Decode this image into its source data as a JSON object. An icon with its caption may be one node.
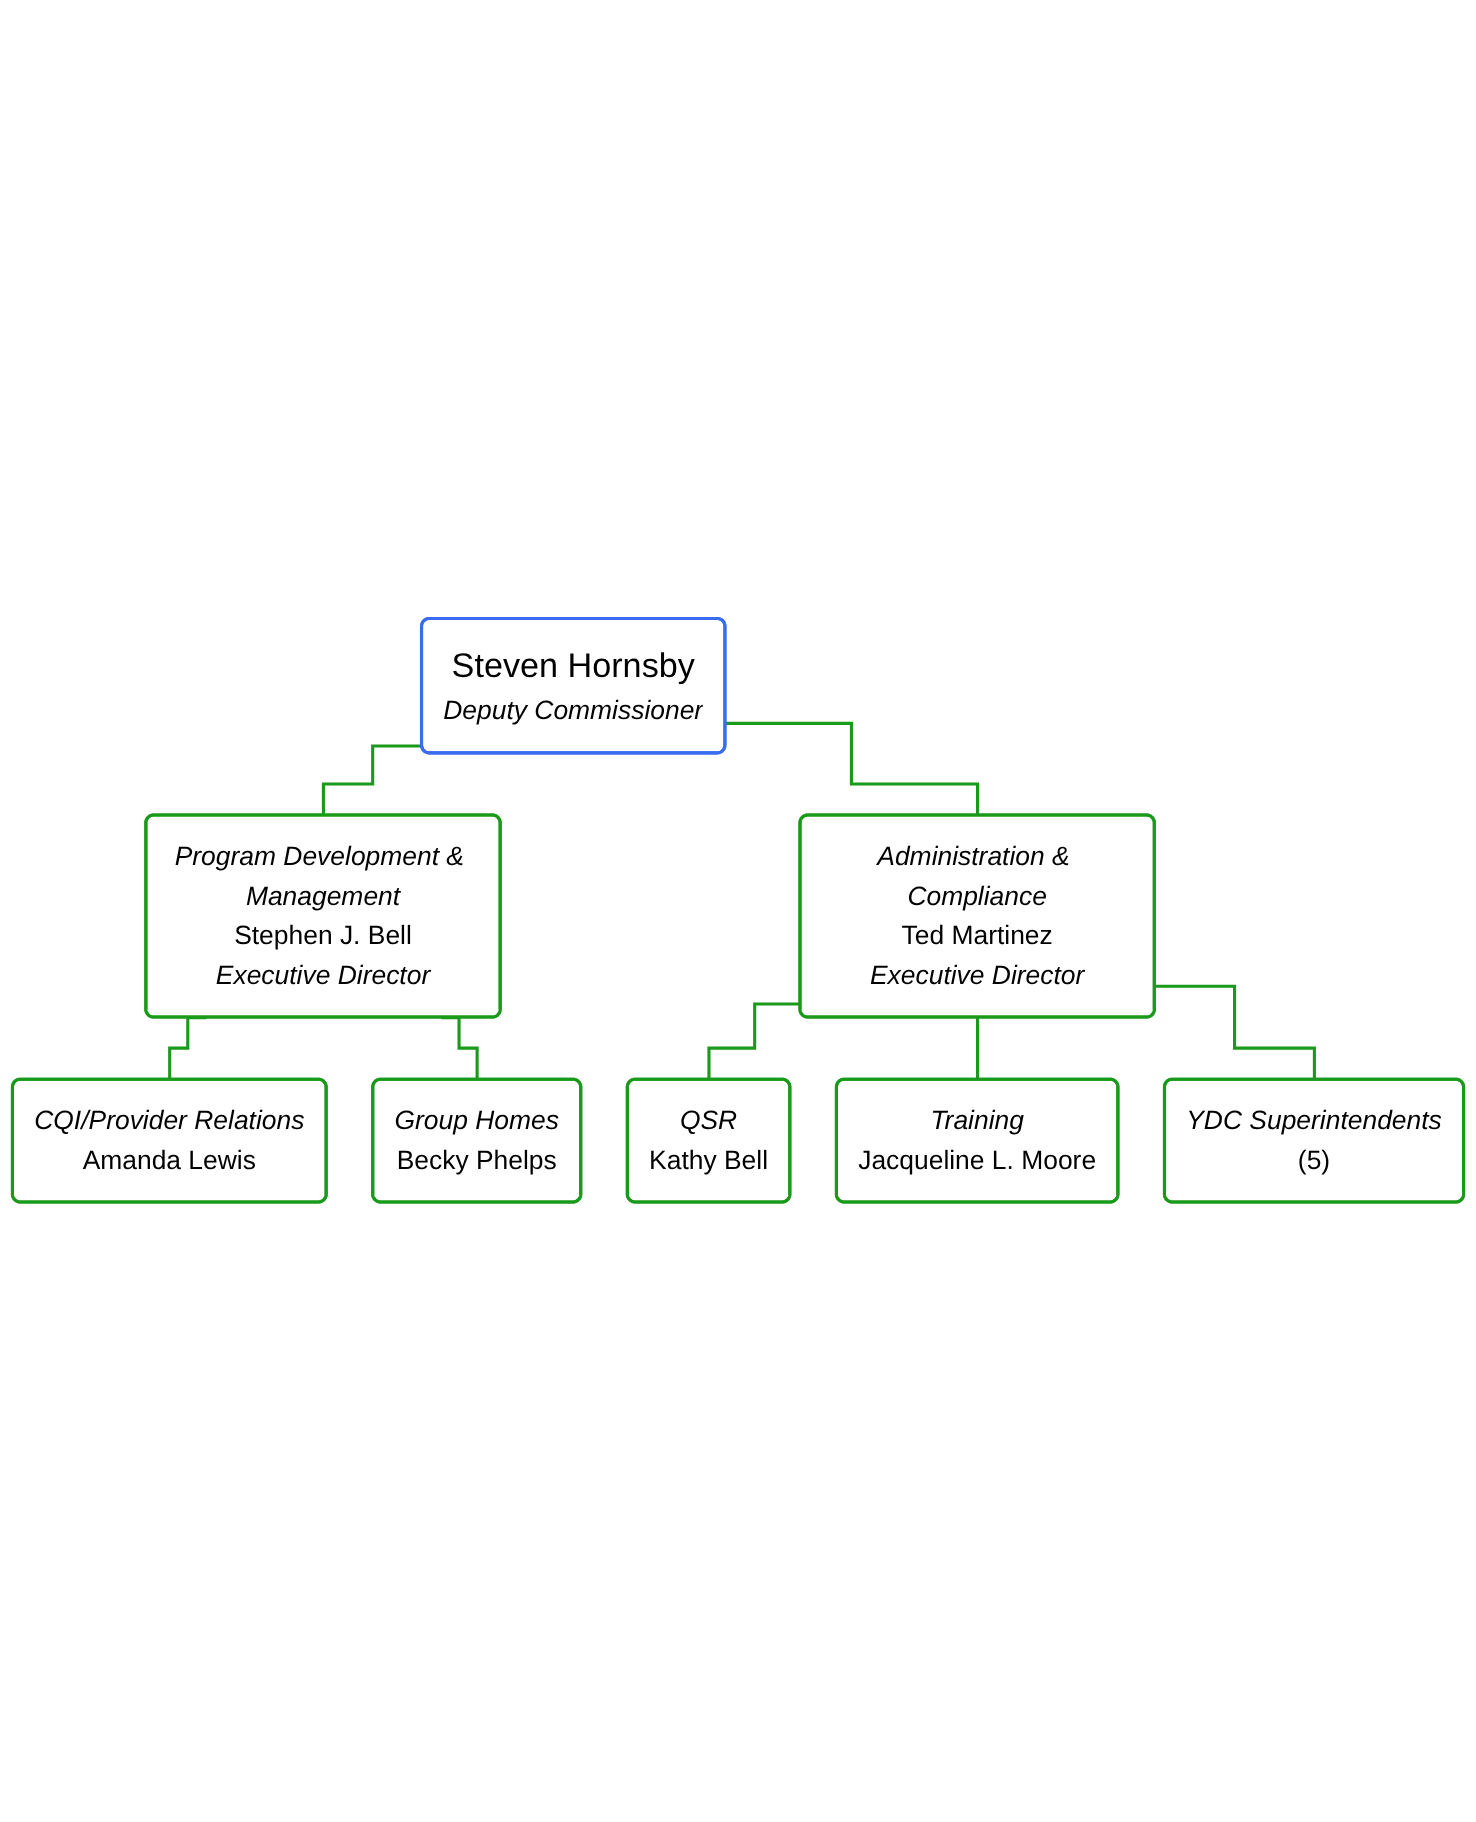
{
  "diagram": {
    "nodes": [
      {
        "text": [
          "Steven Hornsby",
          "Deputy Commissioner"
        ]
      },
      {
        "text": [
          "Program Development & Management",
          "Stephen J. Bell",
          "Executive Director"
        ]
      },
      {
        "text": [
          "Administration & Compliance",
          "Ted Martinez",
          "Executive Director"
        ]
      },
      {
        "text": [
          "CQI/Provider Relations",
          "Amanda Lewis"
        ]
      },
      {
        "text": [
          "Group Homes",
          "Becky Phelps"
        ]
      },
      {
        "text": [
          "QSR",
          "Kathy Bell"
        ]
      },
      {
        "text": [
          "Training",
          "Jacqueline L. Moore"
        ]
      },
      {
        "text": [
          "YDC Superintendents",
          "(5)"
        ]
      }
    ],
    "edges": [
      {
        "from": 0,
        "to": 1,
        "arrow": "none"
      },
      {
        "from": 0,
        "to": 2,
        "arrow": "none"
      },
      {
        "from": 1,
        "to": 3,
        "arrow": "none"
      },
      {
        "from": 1,
        "to": 4,
        "arrow": "none"
      },
      {
        "from": 2,
        "to": 5,
        "arrow": "none"
      },
      {
        "from": 2,
        "to": 6,
        "arrow": "none"
      },
      {
        "from": 2,
        "to": 7,
        "arrow": "none"
      }
    ]
  }
}
